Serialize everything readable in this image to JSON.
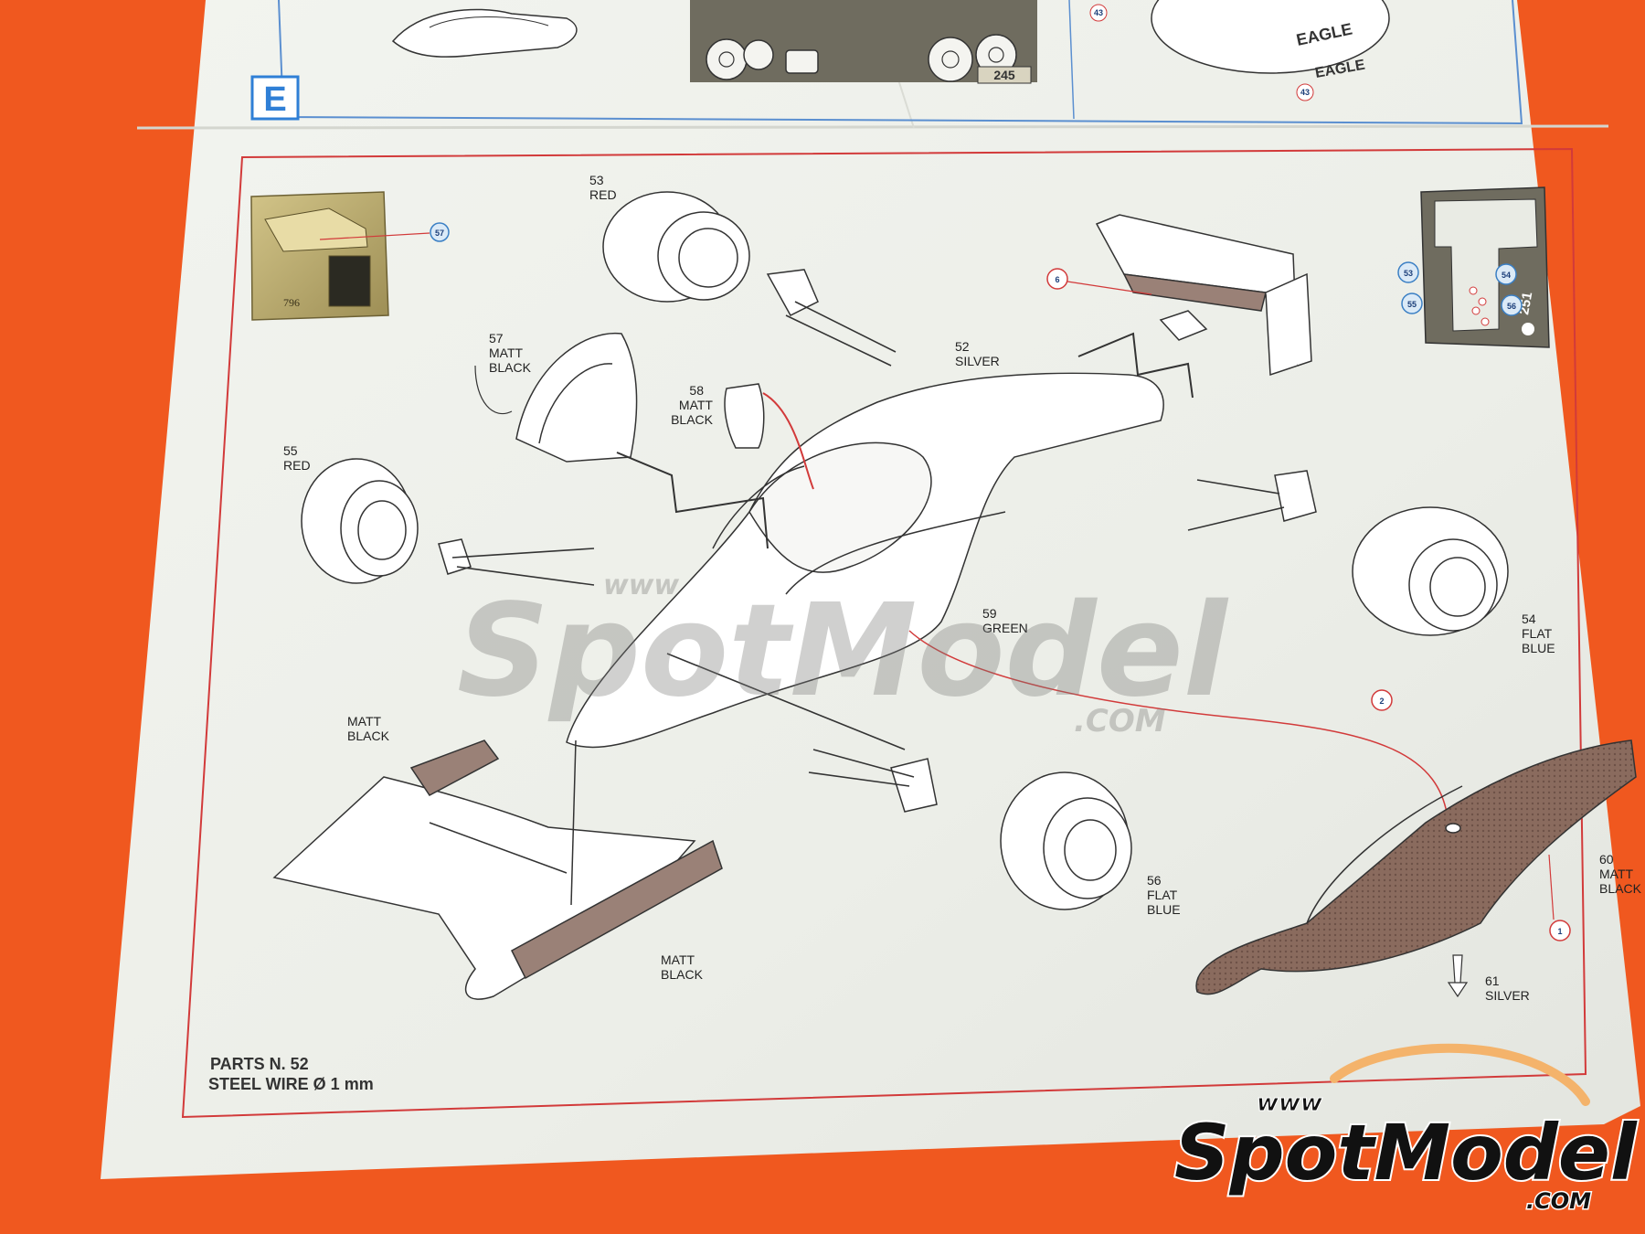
{
  "step_letter": "E",
  "parts_note": {
    "line1": "PARTS N. 52",
    "line2": "STEEL WIRE Ø 1 mm"
  },
  "callouts": {
    "c57": "57",
    "c6": "6",
    "c53": "53",
    "c54": "54",
    "c55": "55",
    "c56": "56",
    "c2": "2",
    "c1": "1",
    "c43a": "43",
    "c43b": "43"
  },
  "labels": {
    "l53": {
      "num": "53",
      "color": "RED"
    },
    "l57": {
      "num": "57",
      "color1": "MATT",
      "color2": "BLACK"
    },
    "l52": {
      "num": "52",
      "color": "SILVER"
    },
    "l58": {
      "num": "58",
      "color1": "MATT",
      "color2": "BLACK"
    },
    "l55": {
      "num": "55",
      "color": "RED"
    },
    "l59": {
      "num": "59",
      "color": "GREEN"
    },
    "l54": {
      "num": "54",
      "color1": "FLAT",
      "color2": "BLUE"
    },
    "l56": {
      "num": "56",
      "color1": "FLAT",
      "color2": "BLUE"
    },
    "l60": {
      "num": "60",
      "color1": "MATT",
      "color2": "BLACK"
    },
    "l61": {
      "num": "61",
      "color": "SILVER"
    },
    "nose_top": {
      "color1": "MATT",
      "color2": "BLACK"
    },
    "nose_bottom": {
      "color1": "MATT",
      "color2": "BLACK"
    }
  },
  "photoetch": {
    "left_sheet_no": "796",
    "right_sheet_no": "251",
    "top_sheet_no": "245"
  },
  "tyre_text": "EAGLE",
  "watermark": {
    "prefix": "www",
    "brand": "SpotModel",
    "suffix": ".COM"
  },
  "logo": {
    "prefix": "www",
    "brand": "SpotModel",
    "suffix": ".COM"
  },
  "colors": {
    "background": "#f0581f",
    "paper": "#eef1ec",
    "frame_red": "#d23a3a",
    "frame_blue": "#5b8fd0",
    "step_badge": "#2f7fd6",
    "photoetch_gold": "#b9a86a"
  }
}
